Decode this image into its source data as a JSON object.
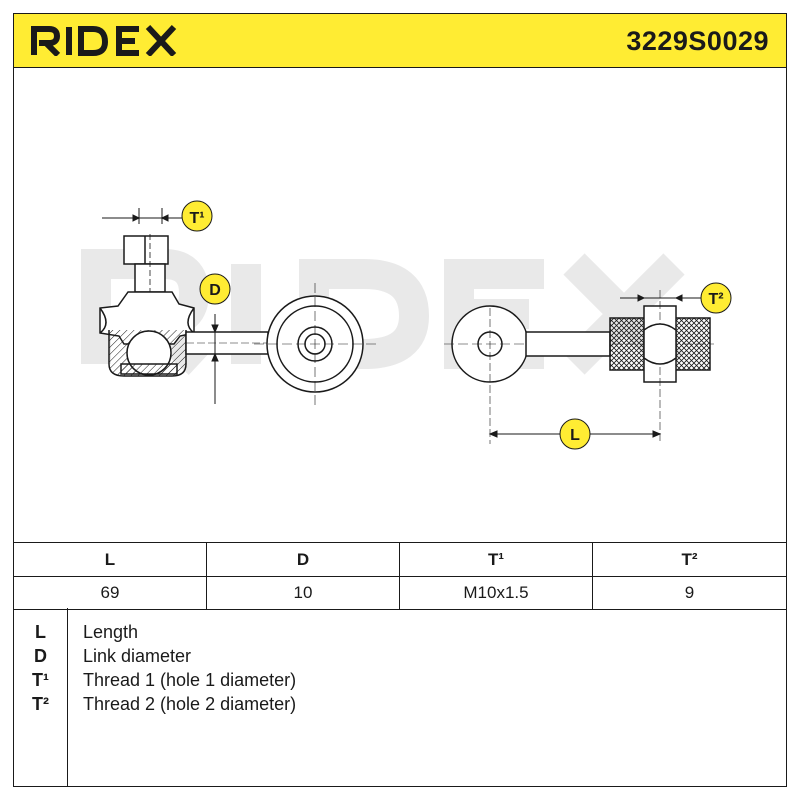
{
  "header": {
    "brand": "RIDEX",
    "part_number": "3229S0029",
    "background_color": "#ffec33"
  },
  "drawing": {
    "watermark": "RIDEX",
    "callouts": {
      "t1": "T¹",
      "d": "D",
      "t2": "T²",
      "l": "L"
    }
  },
  "spec_table": {
    "headers": [
      "L",
      "D",
      "T¹",
      "T²"
    ],
    "values": [
      "69",
      "10",
      "M10x1.5",
      "9"
    ]
  },
  "legend": [
    {
      "key": "L",
      "text": "Length"
    },
    {
      "key": "D",
      "text": "Link diameter"
    },
    {
      "key": "T¹",
      "text": "Thread 1 (hole 1 diameter)"
    },
    {
      "key": "T²",
      "text": "Thread 2 (hole 2 diameter)"
    }
  ]
}
